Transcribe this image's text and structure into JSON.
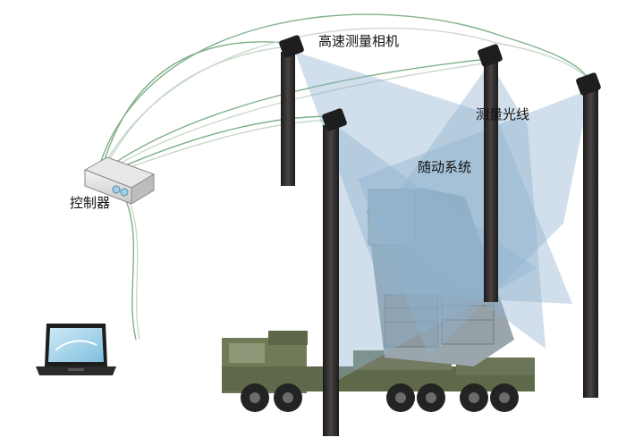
{
  "labels": {
    "camera": "高速测量相机",
    "ray": "测量光线",
    "servo": "随动系统",
    "controller": "控制器"
  },
  "colors": {
    "beam": "#8fb3cf",
    "cable_green": "#7fb08a",
    "pillar": "#2a2626",
    "truck": "#6f7a56"
  }
}
